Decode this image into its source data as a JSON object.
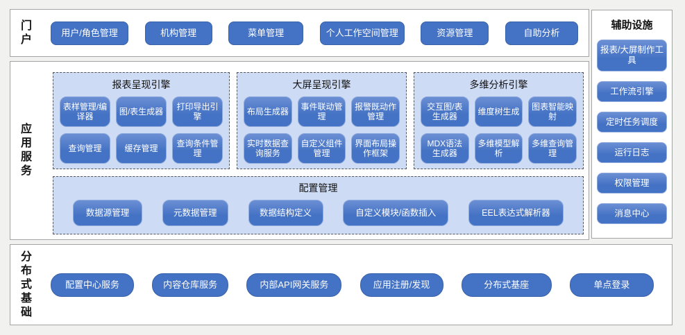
{
  "portal": {
    "label": "门户",
    "buttons": [
      "用户/角色管理",
      "机构管理",
      "菜单管理",
      "个人工作空间管理",
      "资源管理",
      "自助分析"
    ]
  },
  "app_services": {
    "label": "应用服务",
    "panels": [
      {
        "title": "报表呈现引擎",
        "buttons": [
          "表样管理/编译器",
          "图/表生成器",
          "打印导出引擎",
          "查询管理",
          "缓存管理",
          "查询条件管理"
        ]
      },
      {
        "title": "大屏呈现引擎",
        "buttons": [
          "布局生成器",
          "事件联动管理",
          "报警既动作管理",
          "实时数据查询服务",
          "自定义组件管理",
          "界面布局操作框架"
        ]
      },
      {
        "title": "多维分析引擎",
        "buttons": [
          "交互图/表生成器",
          "维度树生成",
          "图表智能映射",
          "MDX语法生成器",
          "多维模型解析",
          "多维查询管理"
        ]
      }
    ],
    "config_panel": {
      "title": "配置管理",
      "buttons": [
        "数据源管理",
        "元数据管理",
        "数据结构定义",
        "自定义模块/函数插入",
        "EEL表达式解析器"
      ]
    }
  },
  "distributed": {
    "label": "分布式基础",
    "buttons": [
      "配置中心服务",
      "内容仓库服务",
      "内部API网关服务",
      "应用注册/发现",
      "分布式基座",
      "单点登录"
    ]
  },
  "auxiliary": {
    "title": "辅助设施",
    "buttons": [
      "报表/大屏制作工具",
      "工作流引擎",
      "定时任务调度",
      "运行日志",
      "权限管理",
      "消息中心"
    ]
  },
  "colors": {
    "button_blue": "#4472C4",
    "panel_blue": "#CEDBF4",
    "box_border": "#A3A3A3",
    "page_bg": "#F1F1F0"
  }
}
